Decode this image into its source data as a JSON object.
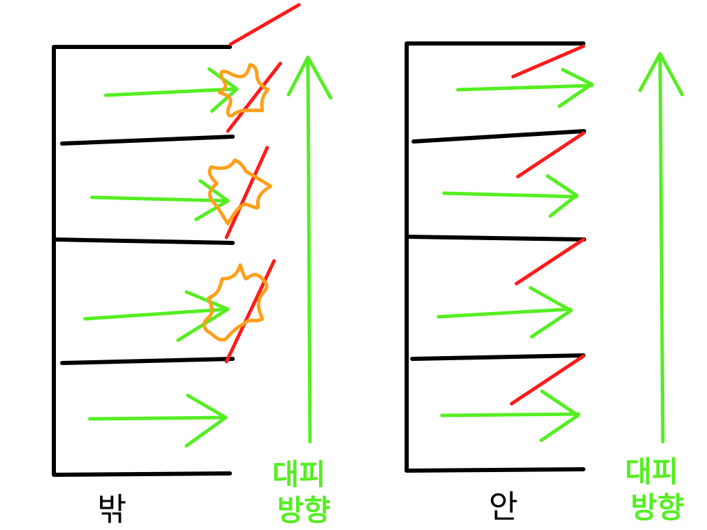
{
  "labels": {
    "left_title": "밖",
    "right_title": "안",
    "left_evac_line1": "대피",
    "left_evac_line2": "방향",
    "right_evac_line1": "대피",
    "right_evac_line2": "방향"
  },
  "colors": {
    "wall": "#000000",
    "door": "#ff1a1a",
    "arrow": "#55ee22",
    "collision": "#ff9f1a"
  }
}
